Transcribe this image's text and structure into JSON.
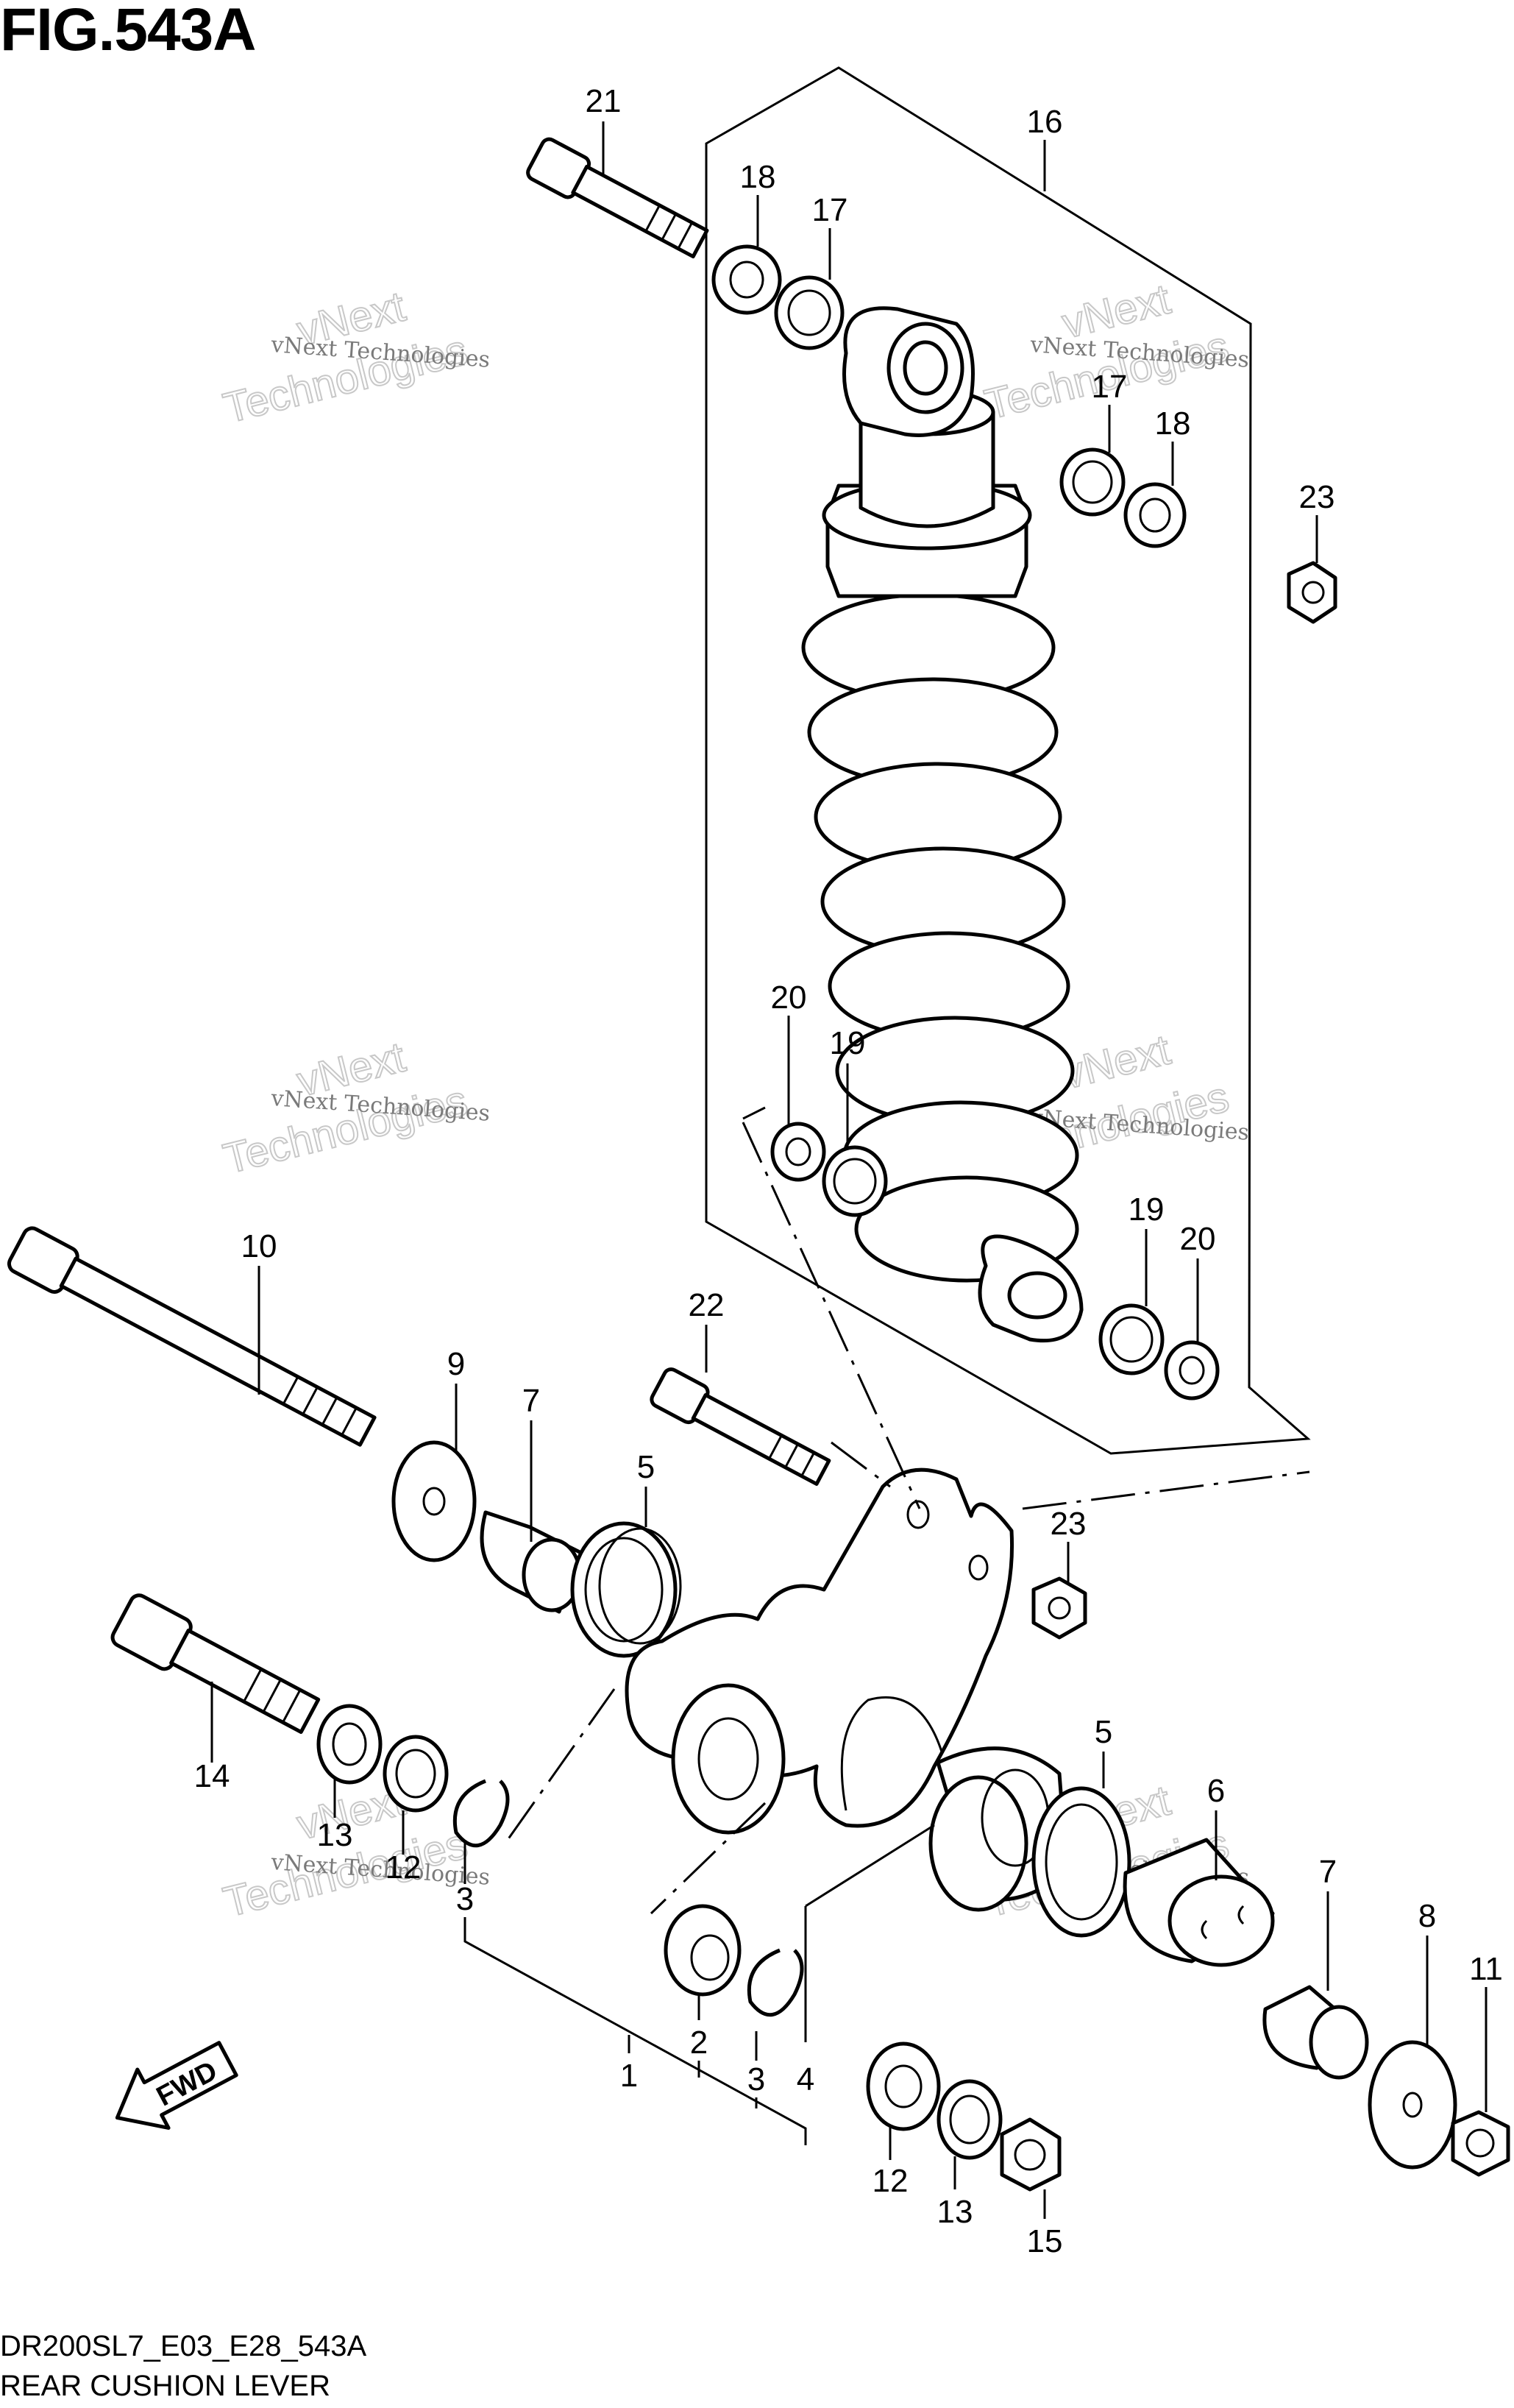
{
  "figure_title": "FIG.543A",
  "footer_code": "DR200SL7_E03_E28_543A",
  "footer_name": "REAR CUSHION LEVER",
  "fwd_label": "FWD",
  "watermark_line1": "vNext Technologies",
  "watermark_line2a": "vNext",
  "watermark_line2b": "Technologies",
  "callouts": [
    {
      "id": "c21",
      "text": "21"
    },
    {
      "id": "c16",
      "text": "16"
    },
    {
      "id": "c18a",
      "text": "18"
    },
    {
      "id": "c17a",
      "text": "17"
    },
    {
      "id": "c17b",
      "text": "17"
    },
    {
      "id": "c18b",
      "text": "18"
    },
    {
      "id": "c23a",
      "text": "23"
    },
    {
      "id": "c20a",
      "text": "20"
    },
    {
      "id": "c19a",
      "text": "19"
    },
    {
      "id": "c19b",
      "text": "19"
    },
    {
      "id": "c20b",
      "text": "20"
    },
    {
      "id": "c10",
      "text": "10"
    },
    {
      "id": "c22",
      "text": "22"
    },
    {
      "id": "c9",
      "text": "9"
    },
    {
      "id": "c7a",
      "text": "7"
    },
    {
      "id": "c5a",
      "text": "5"
    },
    {
      "id": "c23b",
      "text": "23"
    },
    {
      "id": "c14",
      "text": "14"
    },
    {
      "id": "c13a",
      "text": "13"
    },
    {
      "id": "c12a",
      "text": "12"
    },
    {
      "id": "c3a",
      "text": "3"
    },
    {
      "id": "c5b",
      "text": "5"
    },
    {
      "id": "c6",
      "text": "6"
    },
    {
      "id": "c7b",
      "text": "7"
    },
    {
      "id": "c8",
      "text": "8"
    },
    {
      "id": "c11",
      "text": "11"
    },
    {
      "id": "c2",
      "text": "2"
    },
    {
      "id": "c3b",
      "text": "3"
    },
    {
      "id": "c1",
      "text": "1"
    },
    {
      "id": "c4",
      "text": "4"
    },
    {
      "id": "c12b",
      "text": "12"
    },
    {
      "id": "c13b",
      "text": "13"
    },
    {
      "id": "c15",
      "text": "15"
    }
  ]
}
